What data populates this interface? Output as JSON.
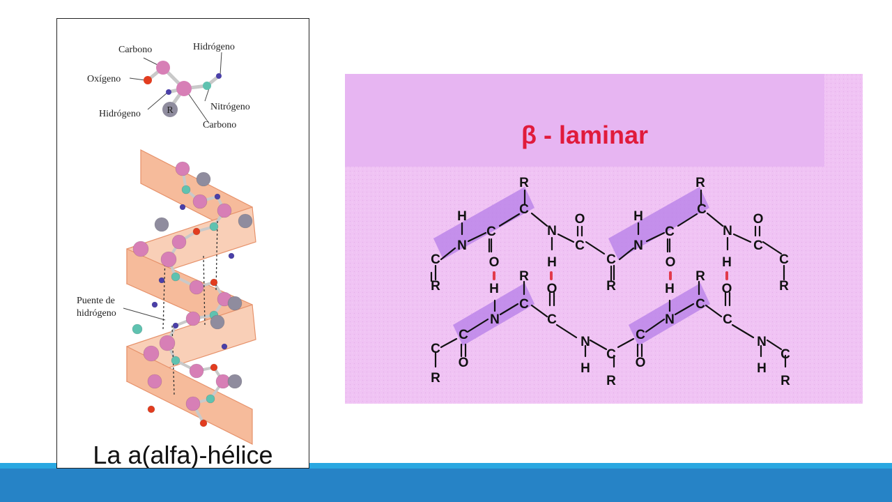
{
  "left_panel": {
    "labels": {
      "carbono_top": "Carbono",
      "hidrogeno_top": "Hidrógeno",
      "oxigeno": "Oxígeno",
      "hidrogeno_left": "Hidrógeno",
      "nitrogeno": "Nitrógeno",
      "carbono_bottom": "Carbono",
      "r_group": "R",
      "puente_1": "Puente de",
      "puente_2": "hidrógeno"
    },
    "caption": "La a(alfa)-hélice",
    "colors": {
      "carbon": "#d77fb6",
      "oxygen": "#e23c1f",
      "hydrogen": "#4a3fa8",
      "nitrogen": "#5fc2b0",
      "r_group": "#8f8c9e",
      "ribbon": "#f4a57e"
    }
  },
  "right_panel": {
    "title": "β - laminar",
    "atoms": {
      "R": "R",
      "H": "H",
      "N": "N",
      "C": "C",
      "O": "O"
    },
    "colors": {
      "background": "#f0c3f4",
      "title_band": "#e7b5f2",
      "highlight": "#b57ee8",
      "title": "#e01b3c",
      "hbond": "#e23a4c"
    }
  }
}
